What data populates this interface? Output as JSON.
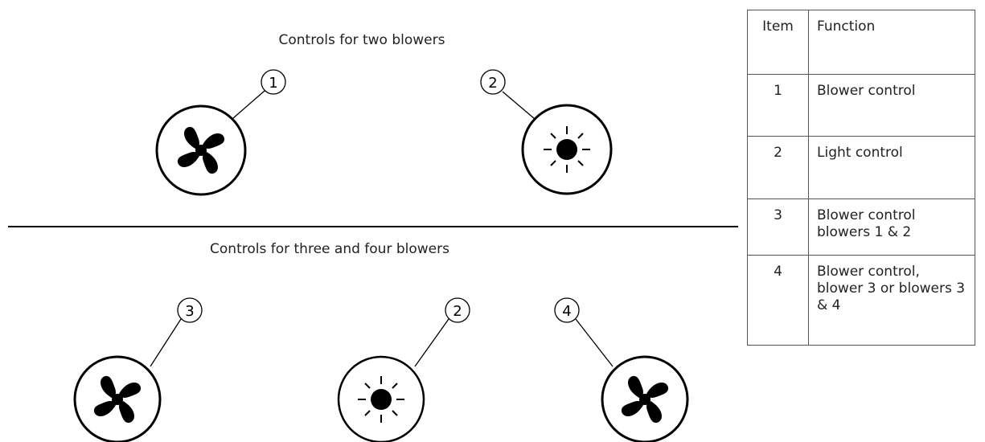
{
  "diagram": {
    "top_section_title": "Controls for two blowers",
    "bottom_section_title": "Controls for three and four blowers",
    "callouts": [
      {
        "number": "1",
        "control": "blower"
      },
      {
        "number": "2",
        "control": "light"
      },
      {
        "number": "3",
        "control": "blower"
      },
      {
        "number": "2",
        "control": "light"
      },
      {
        "number": "4",
        "control": "blower"
      }
    ]
  },
  "legend": {
    "headers": {
      "item": "Item",
      "function": "Function"
    },
    "rows": [
      {
        "item": "1",
        "function": "Blower control"
      },
      {
        "item": "2",
        "function": "Light control"
      },
      {
        "item": "3",
        "function": "Blower control blowers 1 & 2"
      },
      {
        "item": "4",
        "function": "Blower control, blower 3 or blowers 3 & 4"
      }
    ]
  }
}
